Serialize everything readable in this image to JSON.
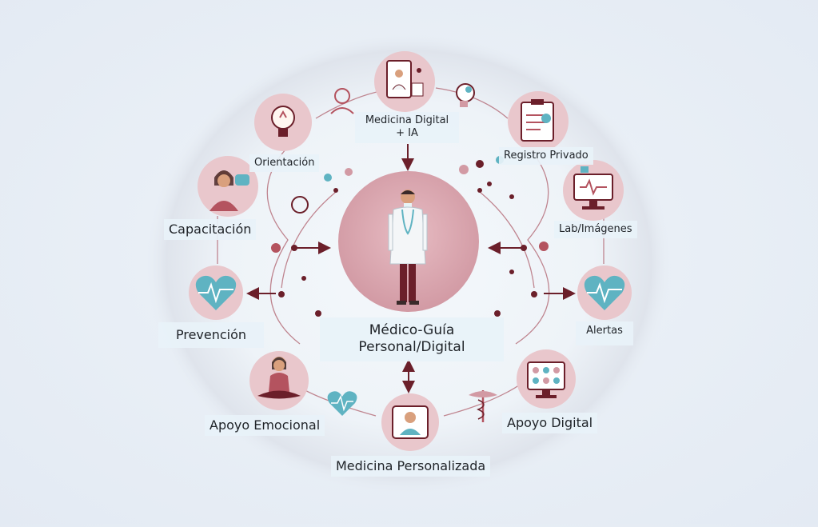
{
  "center": {
    "title_line1": "Médico-Guía",
    "title_line2": "Personal/Digital"
  },
  "nodes": {
    "medicina_digital": {
      "line1": "Medicina Digital",
      "line2": "+ IA"
    },
    "orientacion": "Orientación",
    "registro": "Registro Privado",
    "capacitacion": "Capacitación",
    "lab": "Lab/Imágenes",
    "prevencion": "Prevención",
    "alertas": "Alertas",
    "apoyo_emocional": "Apoyo Emocional",
    "apoyo_digital": "Apoyo Digital",
    "medicina_personalizada": "Medicina Personalizada"
  },
  "colors": {
    "node_fill": "#e9c7cc",
    "node_ring": "#f3dde0",
    "center_fill": "#d9a8b0",
    "line": "#6b1f2a",
    "accent": "#5fb3c2",
    "skin": "#d9a07d"
  },
  "icons": [
    "tablet-doctor-icon",
    "lightbulb-icon",
    "clipboard-icon",
    "woman-speech-icon",
    "monitor-heart-icon",
    "heart-pulse-icon",
    "meditation-icon",
    "caduceus-icon",
    "video-call-icon",
    "doctor-figure-icon"
  ]
}
